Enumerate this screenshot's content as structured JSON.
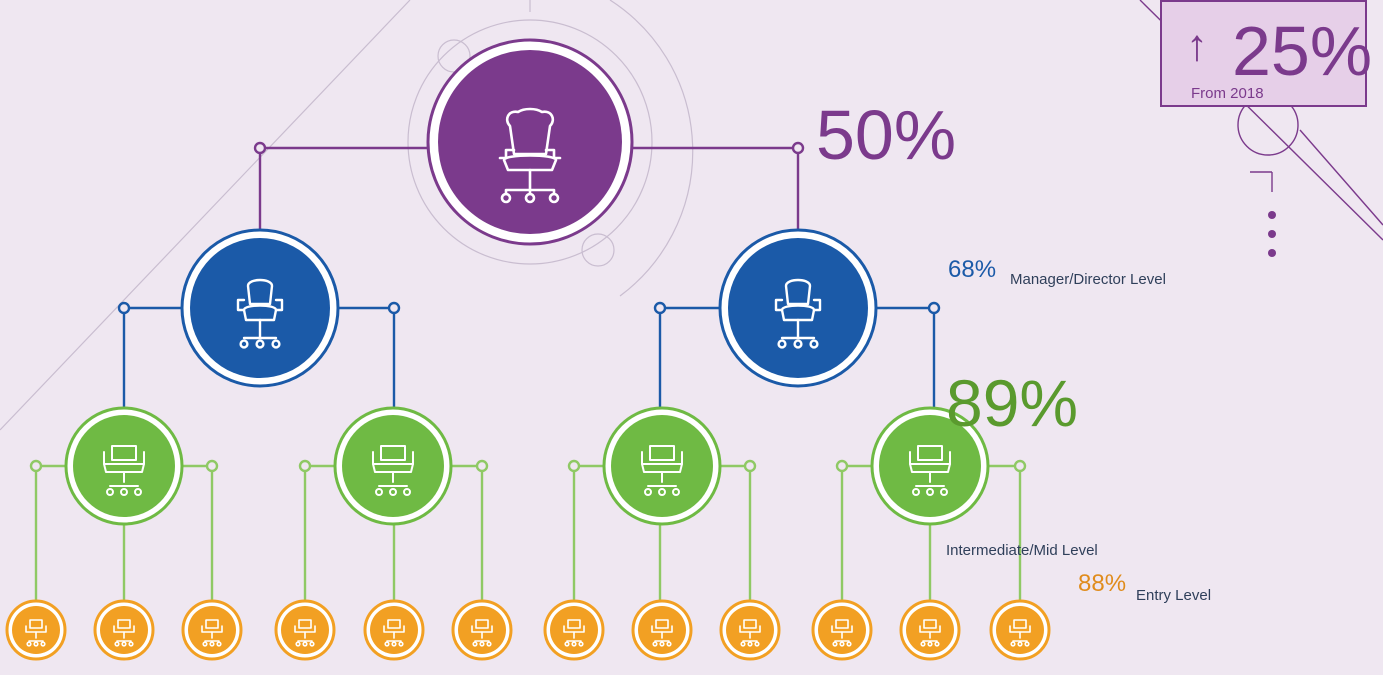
{
  "colors": {
    "background": "#efe7f1",
    "executive": "#7b3a8c",
    "manager": "#1b5aa8",
    "intermediate": "#6fba44",
    "entry": "#f2a023",
    "text_dark": "#2f3f5a"
  },
  "icon": "office-chair-icon",
  "badge": {
    "arrow": "↑",
    "value": "25%",
    "subtitle": "From 2018"
  },
  "levels": {
    "executive": {
      "percent": "50%"
    },
    "manager": {
      "percent": "68%",
      "label": "Manager/Director Level"
    },
    "intermediate": {
      "percent": "89%",
      "label": "Intermediate/Mid Level"
    },
    "entry": {
      "percent": "88%",
      "label": "Entry Level"
    }
  }
}
